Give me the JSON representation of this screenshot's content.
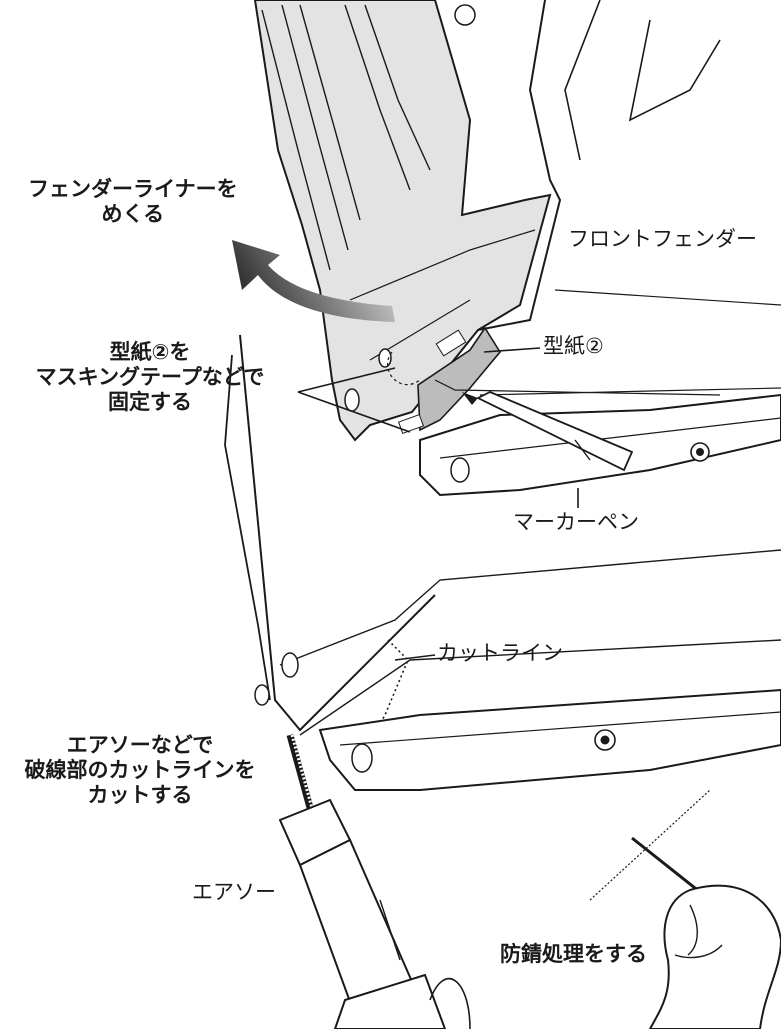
{
  "labels": {
    "flip_liner": [
      "フェンダーライナーを",
      "めくる"
    ],
    "front_fender": "フロントフェンダー",
    "fix_template": [
      "型紙②を",
      "マスキングテープなどで",
      "固定する"
    ],
    "template": "型紙②",
    "marker_pen": "マーカーペン",
    "cut_line": "カットライン",
    "cut_instruction": [
      "エアソーなどで",
      "破線部のカットラインを",
      "カットする"
    ],
    "air_saw": "エアソー",
    "rust_proof": "防錆処理をする"
  },
  "colors": {
    "line": "#1a1a1a",
    "liner_fill": "#e3e3e3",
    "template_fill": "#bcbcbc",
    "arrow_dark": "#333333",
    "arrow_light": "#e6e6e6"
  },
  "icons": [
    "curved-arrow-icon",
    "marker-pen-icon",
    "air-saw-icon",
    "hand-icon",
    "screw-icon"
  ]
}
